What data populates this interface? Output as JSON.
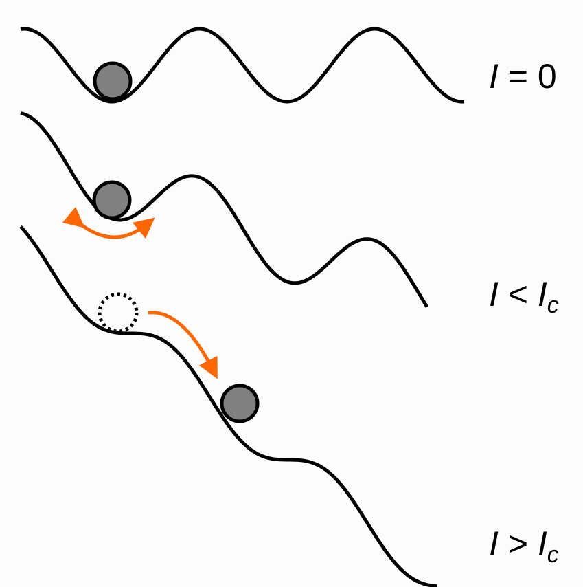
{
  "labels": {
    "zero": {
      "var": "I",
      "rest": " = 0"
    },
    "below": {
      "var": "I",
      "op": " < ",
      "crit": "I",
      "sub": "c"
    },
    "above": {
      "var": "I",
      "op": " > ",
      "crit": "I",
      "sub": "c"
    }
  },
  "colors": {
    "curve": "#000000",
    "ball": "#808080",
    "arrow": "#ff6600",
    "background": "#fcfcfc"
  }
}
